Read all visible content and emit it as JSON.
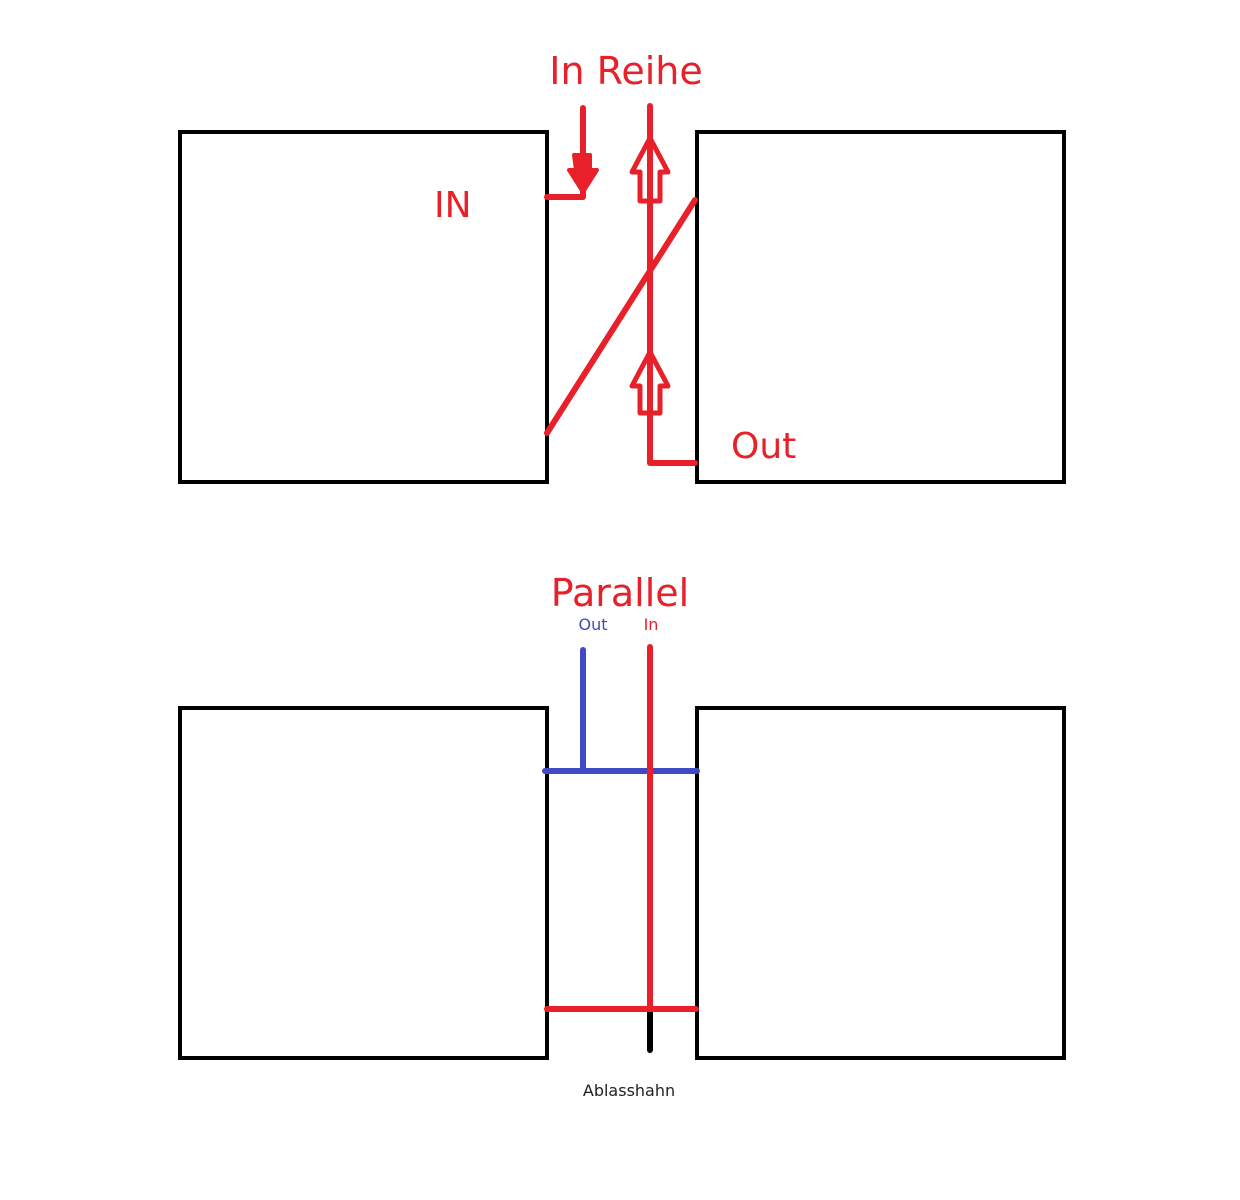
{
  "series_diagram": {
    "title": "In Reihe",
    "in_label": "IN",
    "out_label": "Out"
  },
  "parallel_diagram": {
    "title": "Parallel",
    "out_label": "Out",
    "in_label": "In",
    "drain_label": "Ablasshahn"
  },
  "colors": {
    "red": "#e8202a",
    "blue": "#4149c4",
    "black": "#000000"
  }
}
